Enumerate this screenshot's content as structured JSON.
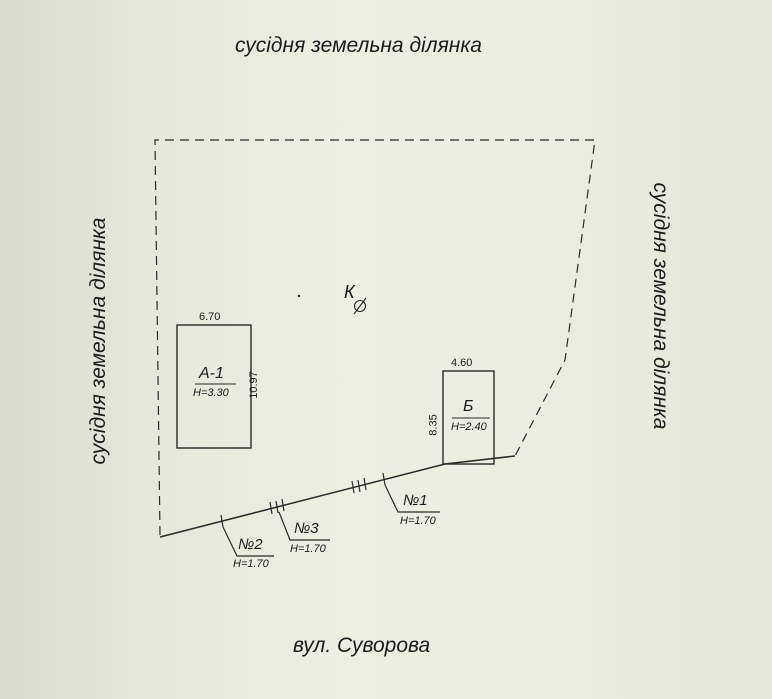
{
  "labels": {
    "top": "сусідня земельна ділянка",
    "left": "сусідня земельна ділянка",
    "right": "сусідня земельна ділянка",
    "street": "вул. Суворова"
  },
  "well": "К",
  "building_a": {
    "name": "А-1",
    "height": "Н=3.30",
    "width": "6.70",
    "length": "10.97"
  },
  "building_b": {
    "name": "Б",
    "height": "Н=2.40",
    "width": "4.60",
    "length": "8.35"
  },
  "fences": [
    {
      "name": "№1",
      "height": "Н=1.70"
    },
    {
      "name": "№2",
      "height": "Н=1.70"
    },
    {
      "name": "№3",
      "height": "Н=1.70"
    }
  ]
}
